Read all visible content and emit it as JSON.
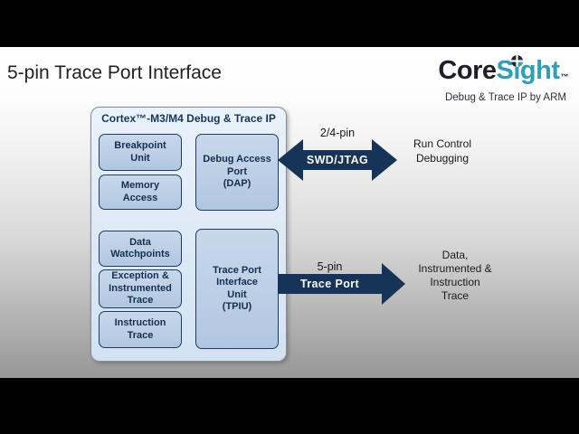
{
  "slide": {
    "title": "5-pin Trace Port Interface"
  },
  "logo": {
    "name": "CoreSight™",
    "part_core": "Core",
    "part_s": "S",
    "part_i_dotless": "ı",
    "part_ght": "ght",
    "trademark": "™",
    "tagline": "Debug & Trace IP by ARM",
    "color_dark": "#1E1E2A",
    "color_teal": "#2E9FB6"
  },
  "diagram": {
    "container_title": "Cortex™-M3/M4 Debug & Trace IP",
    "left_blocks": [
      {
        "id": "breakpoint-unit",
        "label": "Breakpoint\nUnit"
      },
      {
        "id": "memory-access",
        "label": "Memory\nAccess"
      },
      {
        "id": "data-watchpoints",
        "label": "Data\nWatchpoints"
      },
      {
        "id": "exception-instrumented-trace",
        "label": "Exception &\nInstrumented\nTrace"
      },
      {
        "id": "instruction-trace",
        "label": "Instruction\nTrace"
      }
    ],
    "right_blocks": [
      {
        "id": "debug-access-port",
        "label": "Debug Access\nPort\n(DAP)"
      },
      {
        "id": "trace-port-interface-unit",
        "label": "Trace Port\nInterface\nUnit\n(TPIU)"
      }
    ],
    "colors": {
      "container_fill": "#DFEAF6",
      "container_border": "#868D94",
      "block_fill": "#BCCFE6",
      "block_border": "#1F3B60",
      "text_navy": "#14304F",
      "arrow_navy": "#163457"
    }
  },
  "arrows": {
    "swd_jtag": {
      "pin_label": "2/4-pin",
      "port_label": "SWD/JTAG",
      "direction": "bidirectional",
      "annotation": "Run Control\nDebugging"
    },
    "trace_port": {
      "pin_label": "5-pin",
      "port_label": "Trace Port",
      "direction": "right",
      "annotation": "Data,\nInstrumented &\nInstruction\nTrace"
    }
  }
}
